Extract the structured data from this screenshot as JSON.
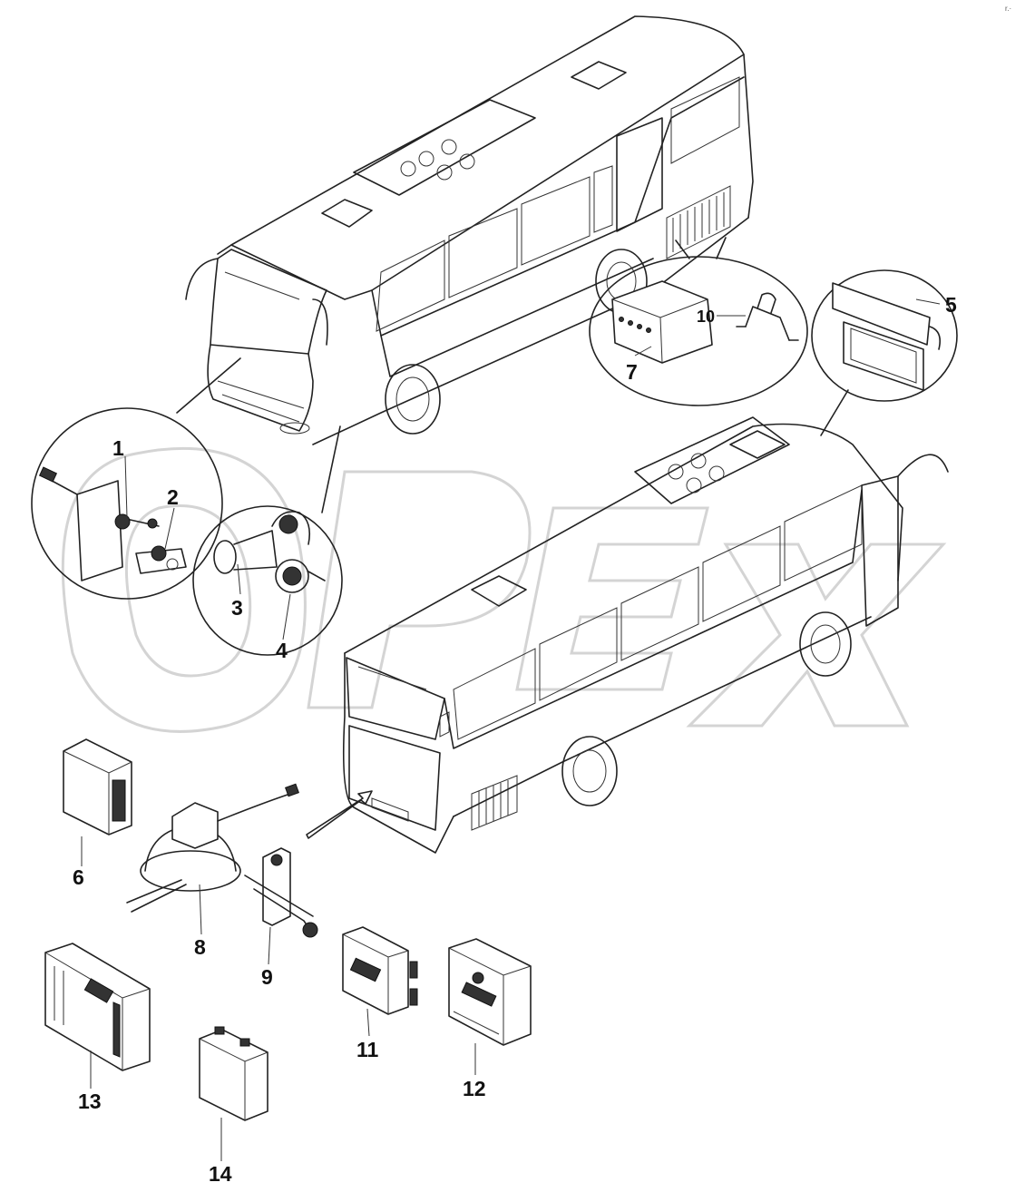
{
  "diagram": {
    "watermark": "OPEX",
    "corner_mark": "r.·",
    "callouts": [
      {
        "id": "1",
        "label": "1"
      },
      {
        "id": "2",
        "label": "2"
      },
      {
        "id": "3",
        "label": "3"
      },
      {
        "id": "4",
        "label": "4"
      },
      {
        "id": "5",
        "label": "5"
      },
      {
        "id": "6",
        "label": "6"
      },
      {
        "id": "7",
        "label": "7"
      },
      {
        "id": "8",
        "label": "8"
      },
      {
        "id": "9",
        "label": "9"
      },
      {
        "id": "10",
        "label": "10"
      },
      {
        "id": "11",
        "label": "11"
      },
      {
        "id": "12",
        "label": "12"
      },
      {
        "id": "13",
        "label": "13"
      },
      {
        "id": "14",
        "label": "14"
      }
    ]
  }
}
